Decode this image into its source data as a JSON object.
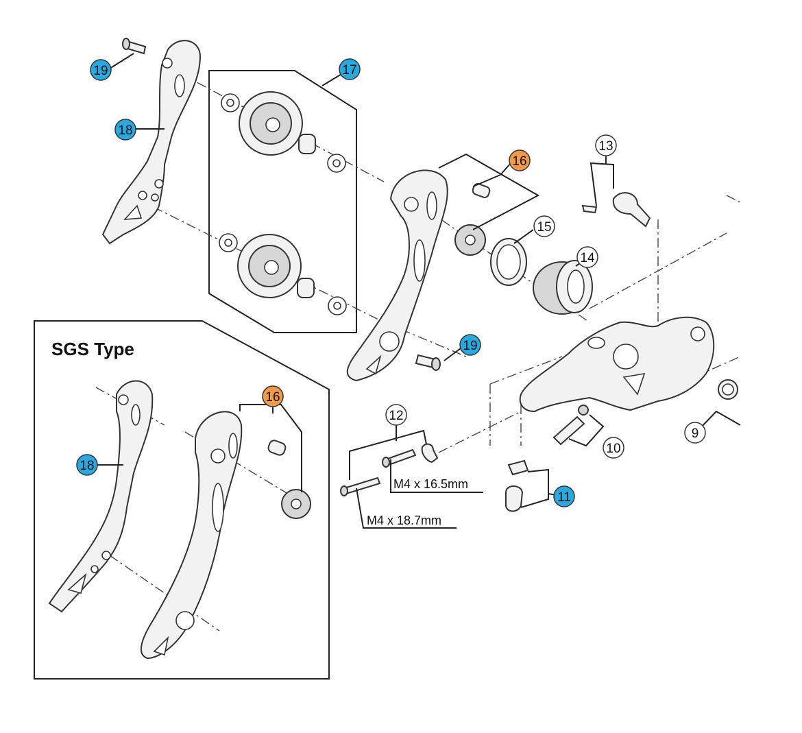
{
  "inset_title": "SGS Type",
  "callouts": {
    "c9": "9",
    "c10": "10",
    "c11": "11",
    "c12": "12",
    "c13": "13",
    "c14": "14",
    "c15": "15",
    "c16a": "16",
    "c16b": "16",
    "c17": "17",
    "c18a": "18",
    "c18b": "18",
    "c19a": "19",
    "c19b": "19"
  },
  "bolt_labels": {
    "short": "M4 x 16.5mm",
    "long": "M4 x 18.7mm"
  },
  "colors": {
    "blue_callout": "#29a9e0",
    "orange_callout": "#f29a4a",
    "plain_callout": "#ffffff"
  }
}
